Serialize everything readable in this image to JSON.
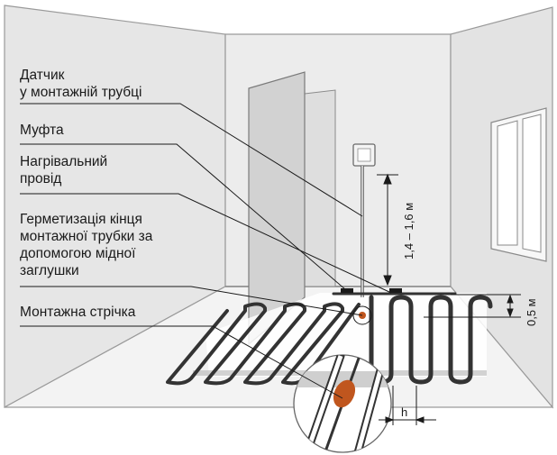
{
  "labels": {
    "sensor": "Датчик\nу монтажній трубці",
    "coupling": "Муфта",
    "heating_wire": "Нагрівальний\nпровід",
    "sealing": "Герметизація кінця\nмонтажної трубки за\nдопомогою мідної\nзаглушки",
    "tape": "Монтажна стрічка"
  },
  "dimensions": {
    "thermostat_height": "1,4 – 1,6 м",
    "wall_offset": "0,5 м",
    "spacing": "h"
  },
  "colors": {
    "wall_fill": "#e8e8e8",
    "wall_stroke": "#9a9a9a",
    "floor_fill": "#f2f2f2",
    "cable": "#3a3a3a",
    "plug": "#c0561e"
  }
}
